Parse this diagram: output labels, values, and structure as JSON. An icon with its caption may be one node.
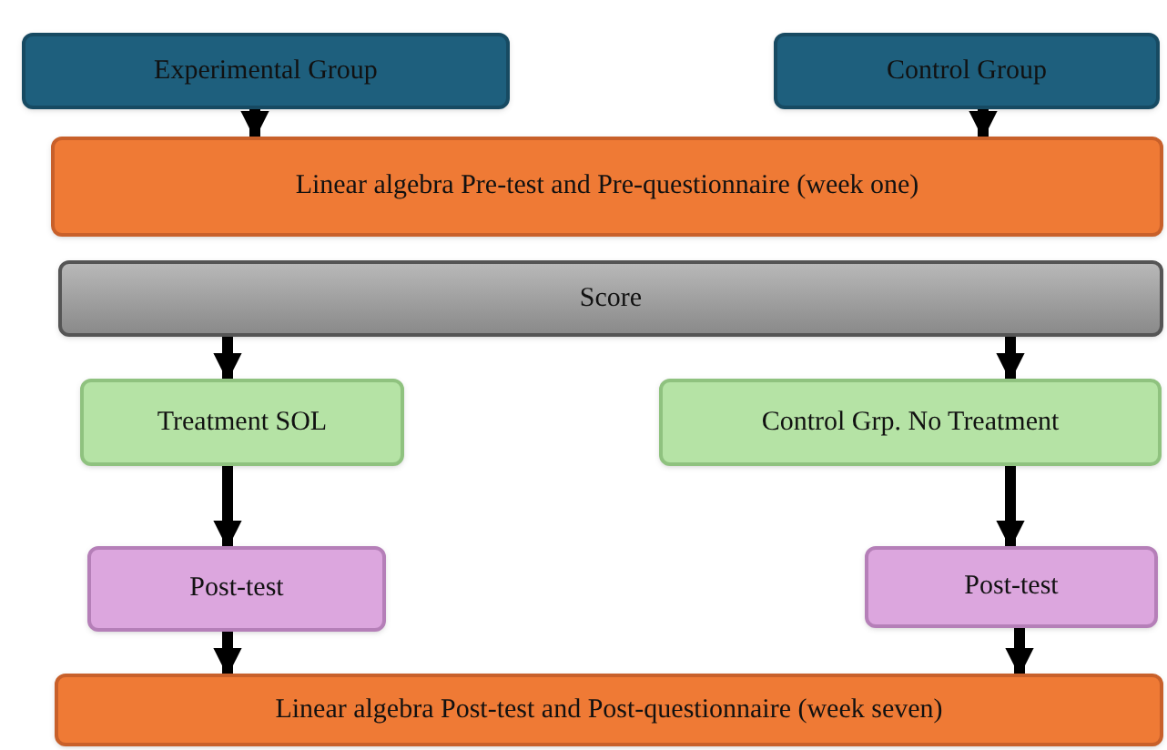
{
  "diagram": {
    "nodes": [
      {
        "text": [
          "Experimental Group"
        ]
      },
      {
        "text": [
          "Control Group"
        ]
      },
      {
        "text": [
          "Linear algebra Pre-test and Pre-questionnaire (week one)"
        ]
      },
      {
        "text": [
          "Score"
        ]
      },
      {
        "text": [
          "Treatment SOL"
        ]
      },
      {
        "text": [
          "Control Grp. No Treatment"
        ]
      },
      {
        "text": [
          "Post-test"
        ]
      },
      {
        "text": [
          "Post-test"
        ]
      },
      {
        "text": [
          "Linear algebra Post-test and Post-questionnaire (week seven)"
        ]
      }
    ],
    "edges": [
      {
        "from": 0,
        "to": 2,
        "arrow": "to"
      },
      {
        "from": 1,
        "to": 2,
        "arrow": "to"
      },
      {
        "from": 3,
        "to": 4,
        "arrow": "to"
      },
      {
        "from": 3,
        "to": 5,
        "arrow": "to"
      },
      {
        "from": 4,
        "to": 6,
        "arrow": "to"
      },
      {
        "from": 5,
        "to": 7,
        "arrow": "to"
      },
      {
        "from": 6,
        "to": 8,
        "arrow": "to"
      },
      {
        "from": 7,
        "to": 8,
        "arrow": "to"
      }
    ]
  }
}
